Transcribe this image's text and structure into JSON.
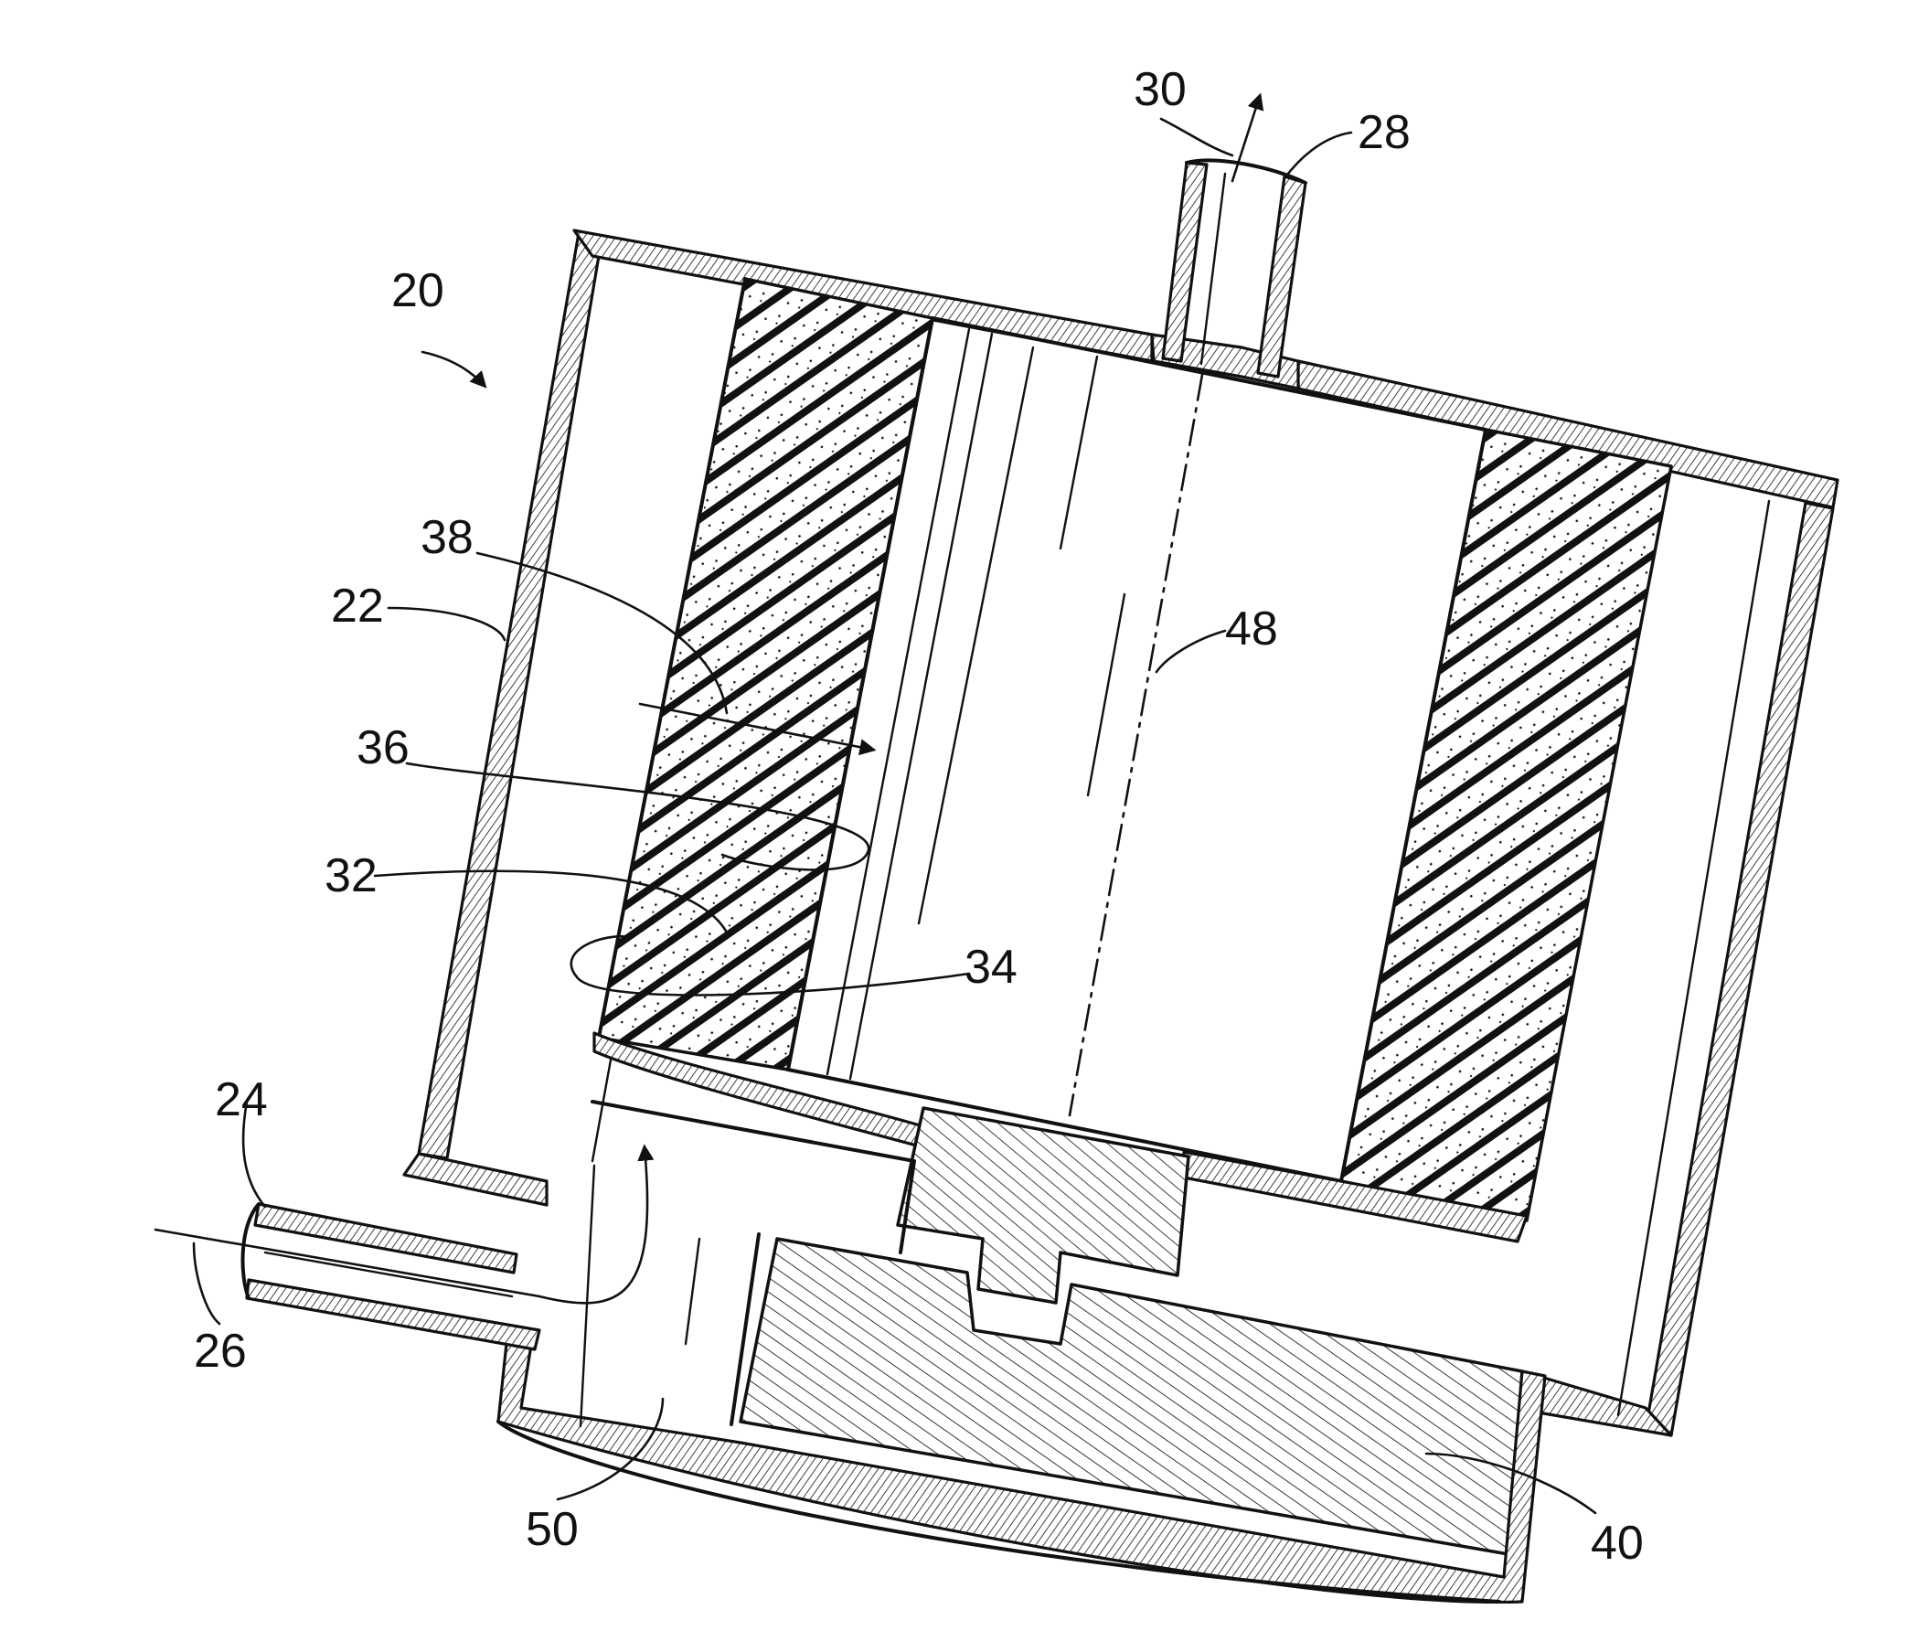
{
  "figure": {
    "reference_numerals": {
      "filter_assembly": "20",
      "housing": "22",
      "inlet_port": "24",
      "inlet_flow_arrow": "26",
      "outlet_port": "28",
      "outlet_flow_arrow": "30",
      "filter_media": "32",
      "inner_surface": "34",
      "outer_surface": "36",
      "radial_flow_arrow": "38",
      "base_block": "40",
      "central_axis": "48",
      "inlet_chamber": "50"
    }
  }
}
